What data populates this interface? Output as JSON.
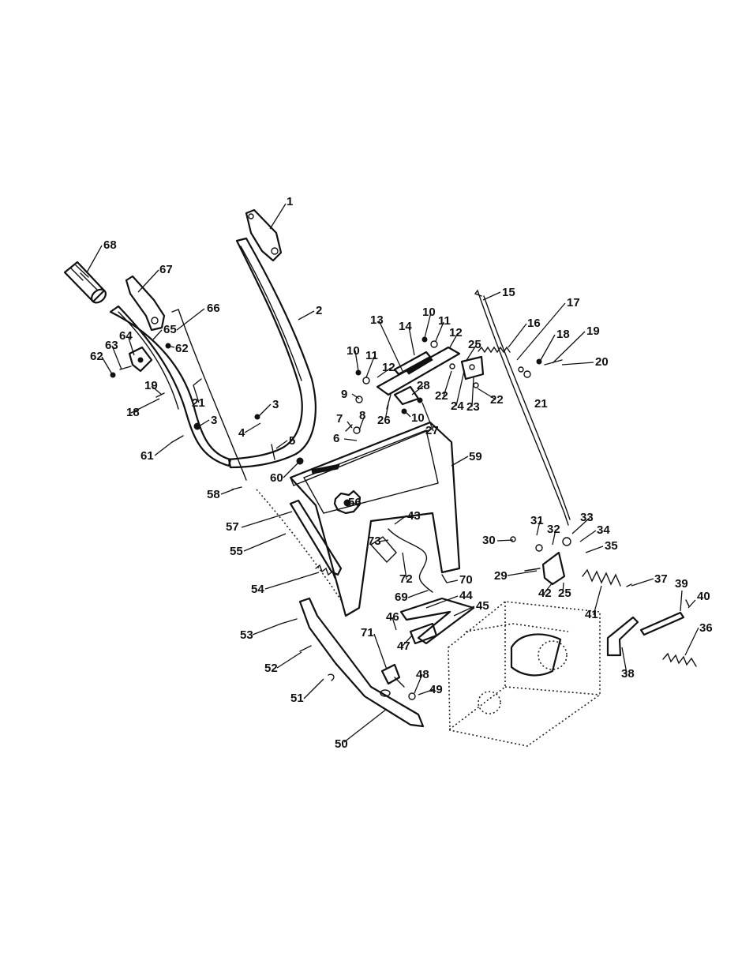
{
  "callouts": [
    {
      "id": "c1",
      "label": "1"
    },
    {
      "id": "c2",
      "label": "2"
    },
    {
      "id": "c3a",
      "label": "3"
    },
    {
      "id": "c3b",
      "label": "3"
    },
    {
      "id": "c4",
      "label": "4"
    },
    {
      "id": "c5",
      "label": "5"
    },
    {
      "id": "c6",
      "label": "6"
    },
    {
      "id": "c7",
      "label": "7"
    },
    {
      "id": "c8",
      "label": "8"
    },
    {
      "id": "c9",
      "label": "9"
    },
    {
      "id": "c10a",
      "label": "10"
    },
    {
      "id": "c10b",
      "label": "10"
    },
    {
      "id": "c10c",
      "label": "10"
    },
    {
      "id": "c11a",
      "label": "11"
    },
    {
      "id": "c11b",
      "label": "11"
    },
    {
      "id": "c12a",
      "label": "12"
    },
    {
      "id": "c12b",
      "label": "12"
    },
    {
      "id": "c13",
      "label": "13"
    },
    {
      "id": "c14",
      "label": "14"
    },
    {
      "id": "c15",
      "label": "15"
    },
    {
      "id": "c16",
      "label": "16"
    },
    {
      "id": "c17",
      "label": "17"
    },
    {
      "id": "c18a",
      "label": "18"
    },
    {
      "id": "c18b",
      "label": "18"
    },
    {
      "id": "c19a",
      "label": "19"
    },
    {
      "id": "c19b",
      "label": "19"
    },
    {
      "id": "c20",
      "label": "20"
    },
    {
      "id": "c21a",
      "label": "21"
    },
    {
      "id": "c21b",
      "label": "21"
    },
    {
      "id": "c22a",
      "label": "22"
    },
    {
      "id": "c22b",
      "label": "22"
    },
    {
      "id": "c23",
      "label": "23"
    },
    {
      "id": "c24",
      "label": "24"
    },
    {
      "id": "c25a",
      "label": "25"
    },
    {
      "id": "c25b",
      "label": "25"
    },
    {
      "id": "c26",
      "label": "26"
    },
    {
      "id": "c27",
      "label": "27"
    },
    {
      "id": "c28",
      "label": "28"
    },
    {
      "id": "c29",
      "label": "29"
    },
    {
      "id": "c30",
      "label": "30"
    },
    {
      "id": "c31",
      "label": "31"
    },
    {
      "id": "c32",
      "label": "32"
    },
    {
      "id": "c33",
      "label": "33"
    },
    {
      "id": "c34",
      "label": "34"
    },
    {
      "id": "c35",
      "label": "35"
    },
    {
      "id": "c36",
      "label": "36"
    },
    {
      "id": "c37",
      "label": "37"
    },
    {
      "id": "c38",
      "label": "38"
    },
    {
      "id": "c39",
      "label": "39"
    },
    {
      "id": "c40",
      "label": "40"
    },
    {
      "id": "c41",
      "label": "41"
    },
    {
      "id": "c42",
      "label": "42"
    },
    {
      "id": "c43",
      "label": "43"
    },
    {
      "id": "c44",
      "label": "44"
    },
    {
      "id": "c45",
      "label": "45"
    },
    {
      "id": "c46",
      "label": "46"
    },
    {
      "id": "c47",
      "label": "47"
    },
    {
      "id": "c48",
      "label": "48"
    },
    {
      "id": "c49",
      "label": "49"
    },
    {
      "id": "c50",
      "label": "50"
    },
    {
      "id": "c51",
      "label": "51"
    },
    {
      "id": "c52",
      "label": "52"
    },
    {
      "id": "c53",
      "label": "53"
    },
    {
      "id": "c54",
      "label": "54"
    },
    {
      "id": "c55",
      "label": "55"
    },
    {
      "id": "c56",
      "label": "56"
    },
    {
      "id": "c57",
      "label": "57"
    },
    {
      "id": "c58",
      "label": "58"
    },
    {
      "id": "c59",
      "label": "59"
    },
    {
      "id": "c60",
      "label": "60"
    },
    {
      "id": "c61",
      "label": "61"
    },
    {
      "id": "c62a",
      "label": "62"
    },
    {
      "id": "c62b",
      "label": "62"
    },
    {
      "id": "c63",
      "label": "63"
    },
    {
      "id": "c64",
      "label": "64"
    },
    {
      "id": "c65",
      "label": "65"
    },
    {
      "id": "c66",
      "label": "66"
    },
    {
      "id": "c67",
      "label": "67"
    },
    {
      "id": "c68",
      "label": "68"
    },
    {
      "id": "c69",
      "label": "69"
    },
    {
      "id": "c70",
      "label": "70"
    },
    {
      "id": "c71",
      "label": "71"
    },
    {
      "id": "c72",
      "label": "72"
    },
    {
      "id": "c73",
      "label": "73"
    }
  ]
}
